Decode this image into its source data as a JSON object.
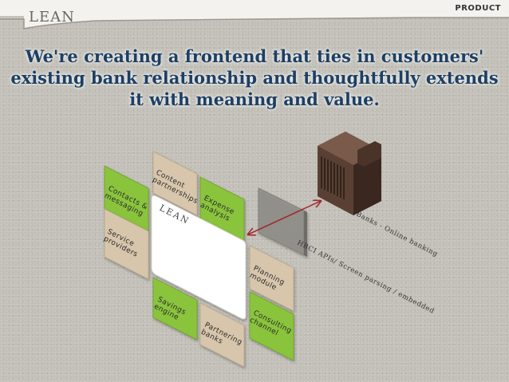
{
  "header": {
    "logo": "LEAN",
    "section": "PRODUCT"
  },
  "headline": "We're creating a frontend that ties in customers' existing bank relationship and thoughtfully extends it with meaning and value.",
  "diagram": {
    "center_label": "LEAN",
    "tiles": {
      "contacts": [
        "Contacts &",
        "messaging"
      ],
      "service": [
        "Service",
        "providers"
      ],
      "content": [
        "Content",
        "partnerships"
      ],
      "expense": [
        "Expense",
        "analysis"
      ],
      "planning": [
        "Planning",
        "module"
      ],
      "consulting": [
        "Consulting",
        "channel"
      ],
      "savings": [
        "Savings",
        "engine"
      ],
      "partnering": [
        "Partnering",
        "banks"
      ]
    },
    "banks_label": "Banks - Online banking",
    "api_label": "HBCI APIs/ Screen parsing / embedded"
  },
  "colors": {
    "green": "#8ac43c",
    "tan": "#d7c6ac",
    "headline": "#1d3f63",
    "arrow": "#a0272b"
  }
}
